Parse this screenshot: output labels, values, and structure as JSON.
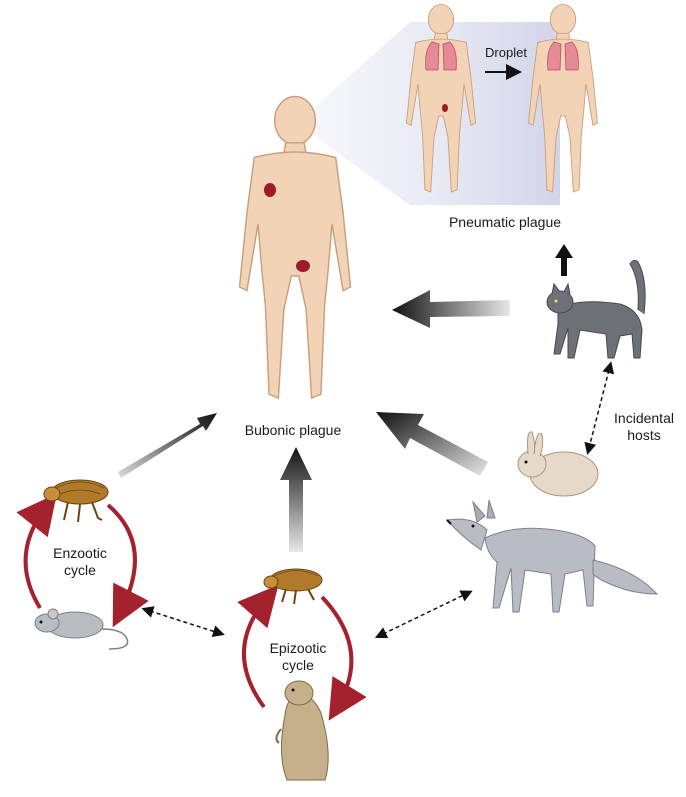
{
  "labels": {
    "droplet": "Droplet",
    "pneumatic_plague": "Pneumatic plague",
    "bubonic_plague": "Bubonic plague",
    "incidental_hosts_line1": "Incidental",
    "incidental_hosts_line2": "hosts",
    "enzootic_line1": "Enzootic",
    "enzootic_line2": "cycle",
    "epizootic_line1": "Epizootic",
    "epizootic_line2": "cycle"
  },
  "colors": {
    "skin": "#f2d3b6",
    "skin_outline": "#c9a07f",
    "lesion": "#9e1b2a",
    "lung": "#e58a96",
    "cycle_arrow": "#a3222d",
    "arrow": "#111111",
    "cat": "#6e7178",
    "rabbit": "#e6d9ca",
    "fox": "#b9bcc4",
    "flea": "#b07a2a",
    "mouse": "#b8bcc3",
    "prairie_dog": "#c6b08a",
    "panel": "#d9dbeb"
  },
  "icons": [
    "human-figure-icon",
    "lungs-icon",
    "cat-icon",
    "rabbit-icon",
    "fox-icon",
    "flea-icon",
    "mouse-icon",
    "prairie-dog-icon"
  ]
}
